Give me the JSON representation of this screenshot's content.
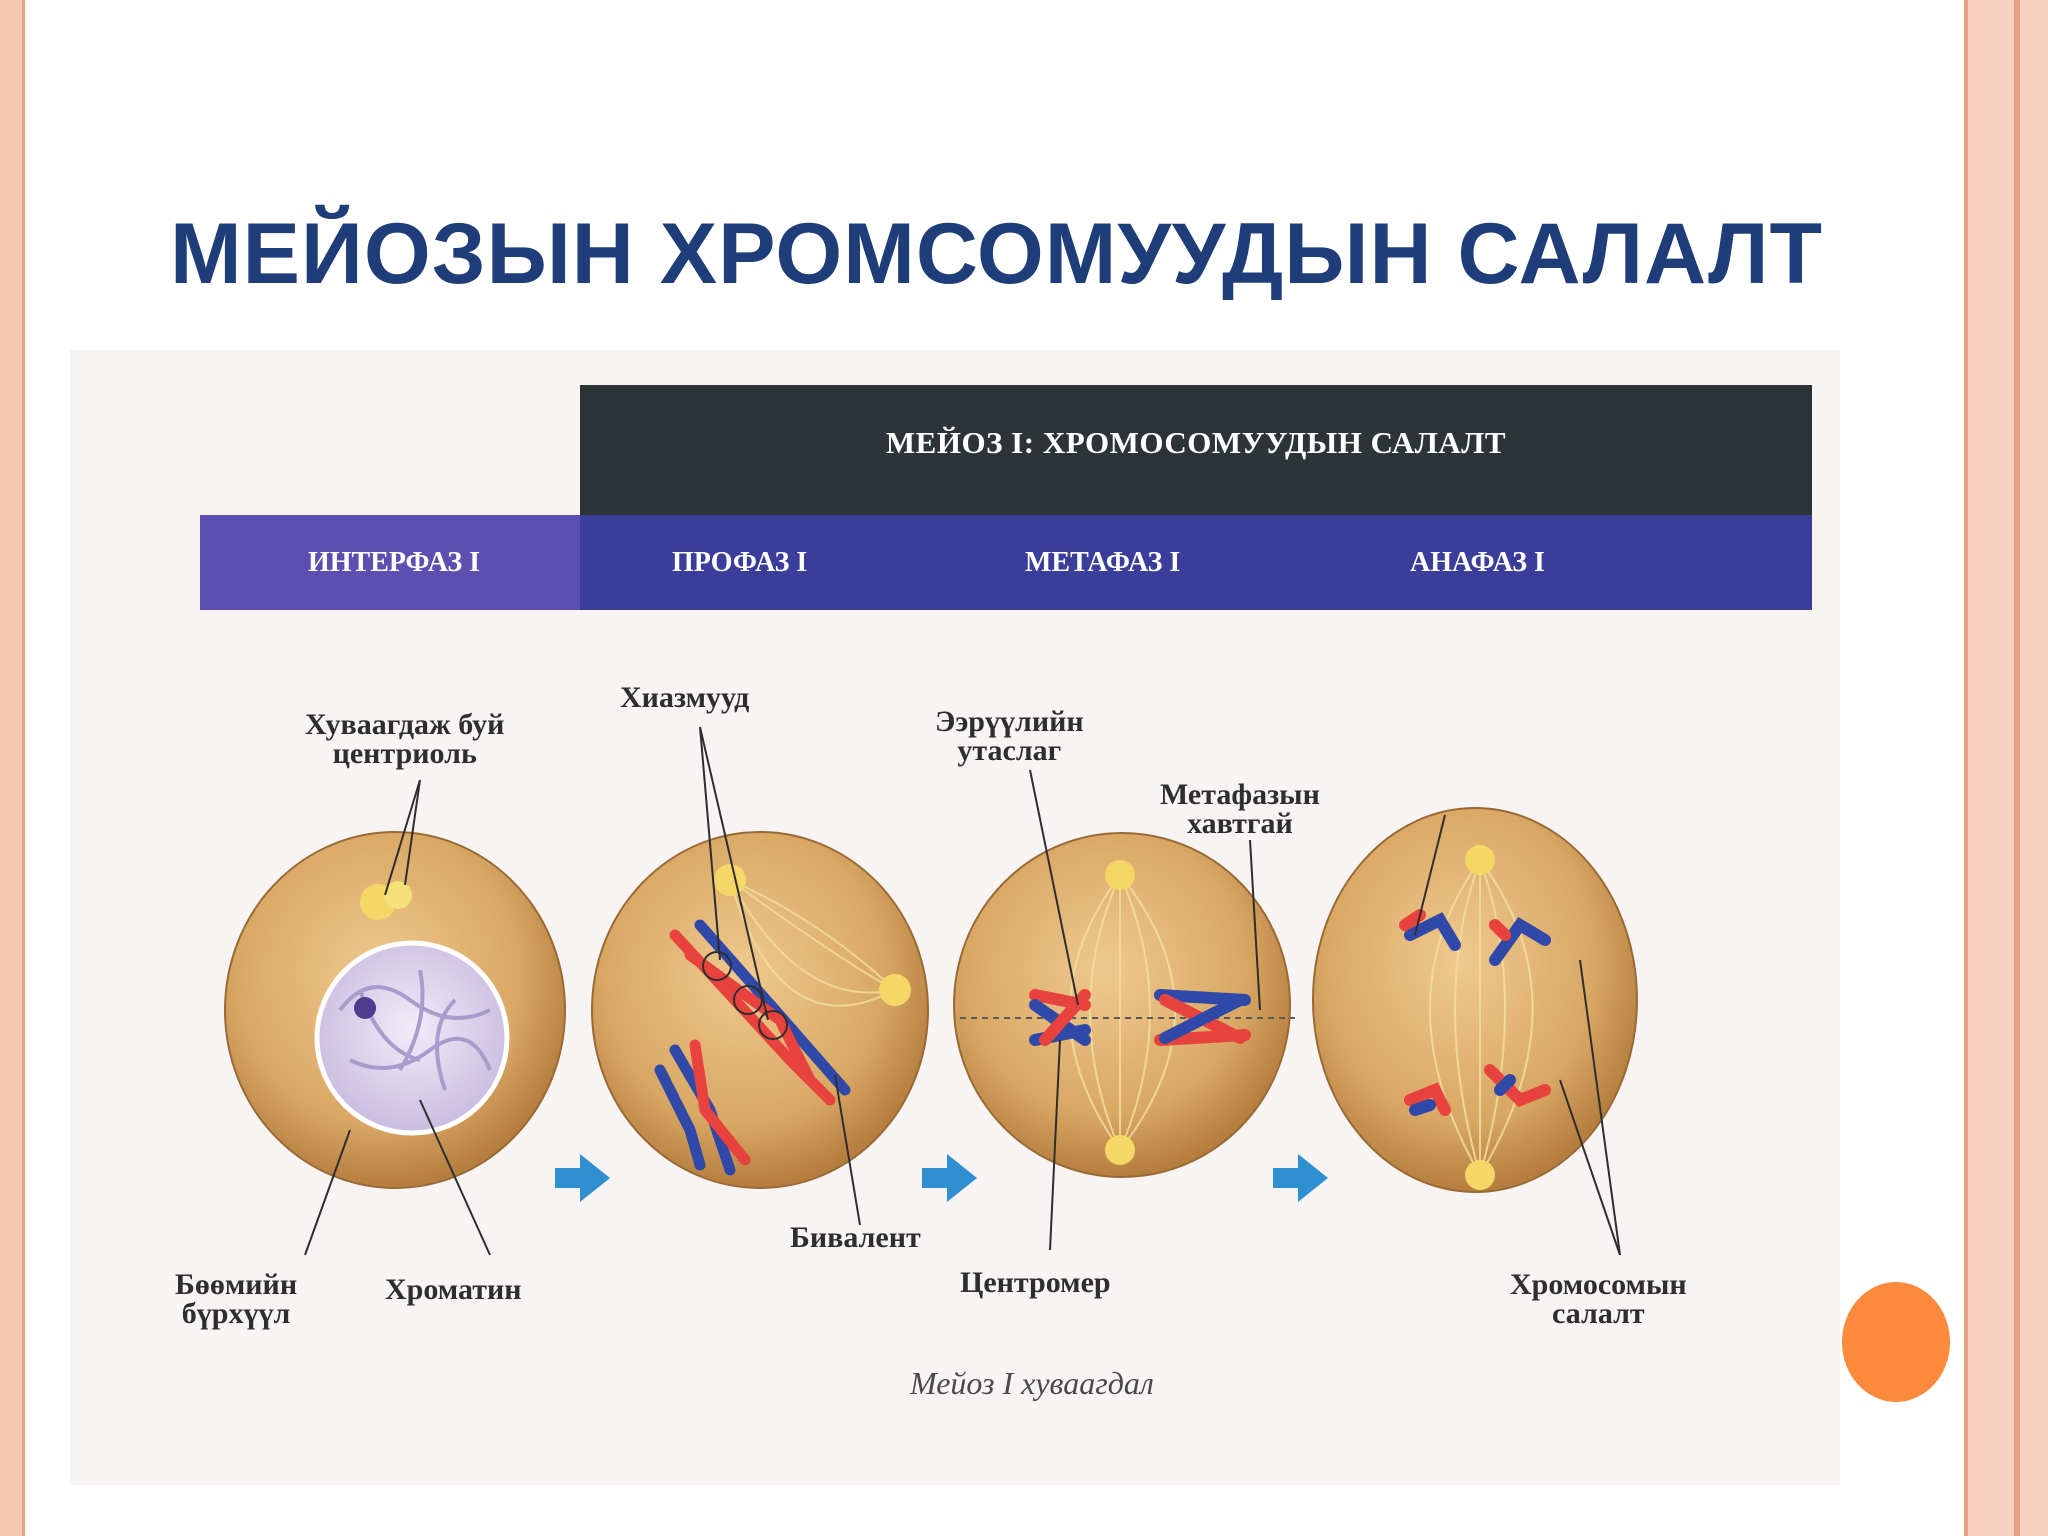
{
  "slide": {
    "title": "МЕЙОЗЫН ХРОМСОМУУДЫН САЛАЛТ",
    "colors": {
      "title": "#1f3d78",
      "frame": "#f6c9b4",
      "accent_dot": "#fb8a3d"
    }
  },
  "figure": {
    "header": "МЕЙОЗ I: ХРОМОСОМУУДЫН САЛАЛТ",
    "phases": [
      "ИНТЕРФАЗ I",
      "ПРОФАЗ I",
      "МЕТАФАЗ I",
      "АНАФАЗ I"
    ],
    "labels": {
      "centriole": "Хуваагдаж буй\nцентриоль",
      "chiasma": "Хиазмууд",
      "spindle": "Ээрүүлийн\nутаслаг",
      "metaphase_plate": "Метафазын\nхавтгай",
      "nuclear_envelope": "Бөөмийн\nбүрхүүл",
      "chromatin": "Хроматин",
      "bivalent": "Бивалент",
      "centromere": "Центромер",
      "chromosome_separation": "Хромосомын\nсалалт"
    },
    "caption": "Мейоз I хуваагдал",
    "colors": {
      "cell": "#d8a867",
      "chromosome_red": "#e8423f",
      "chromosome_blue": "#3048a8",
      "arrow": "#2f8fd0",
      "header_dark": "#2d3437",
      "phase_band": "#3a3d9a",
      "interphase_band": "#5d4fb0"
    }
  }
}
